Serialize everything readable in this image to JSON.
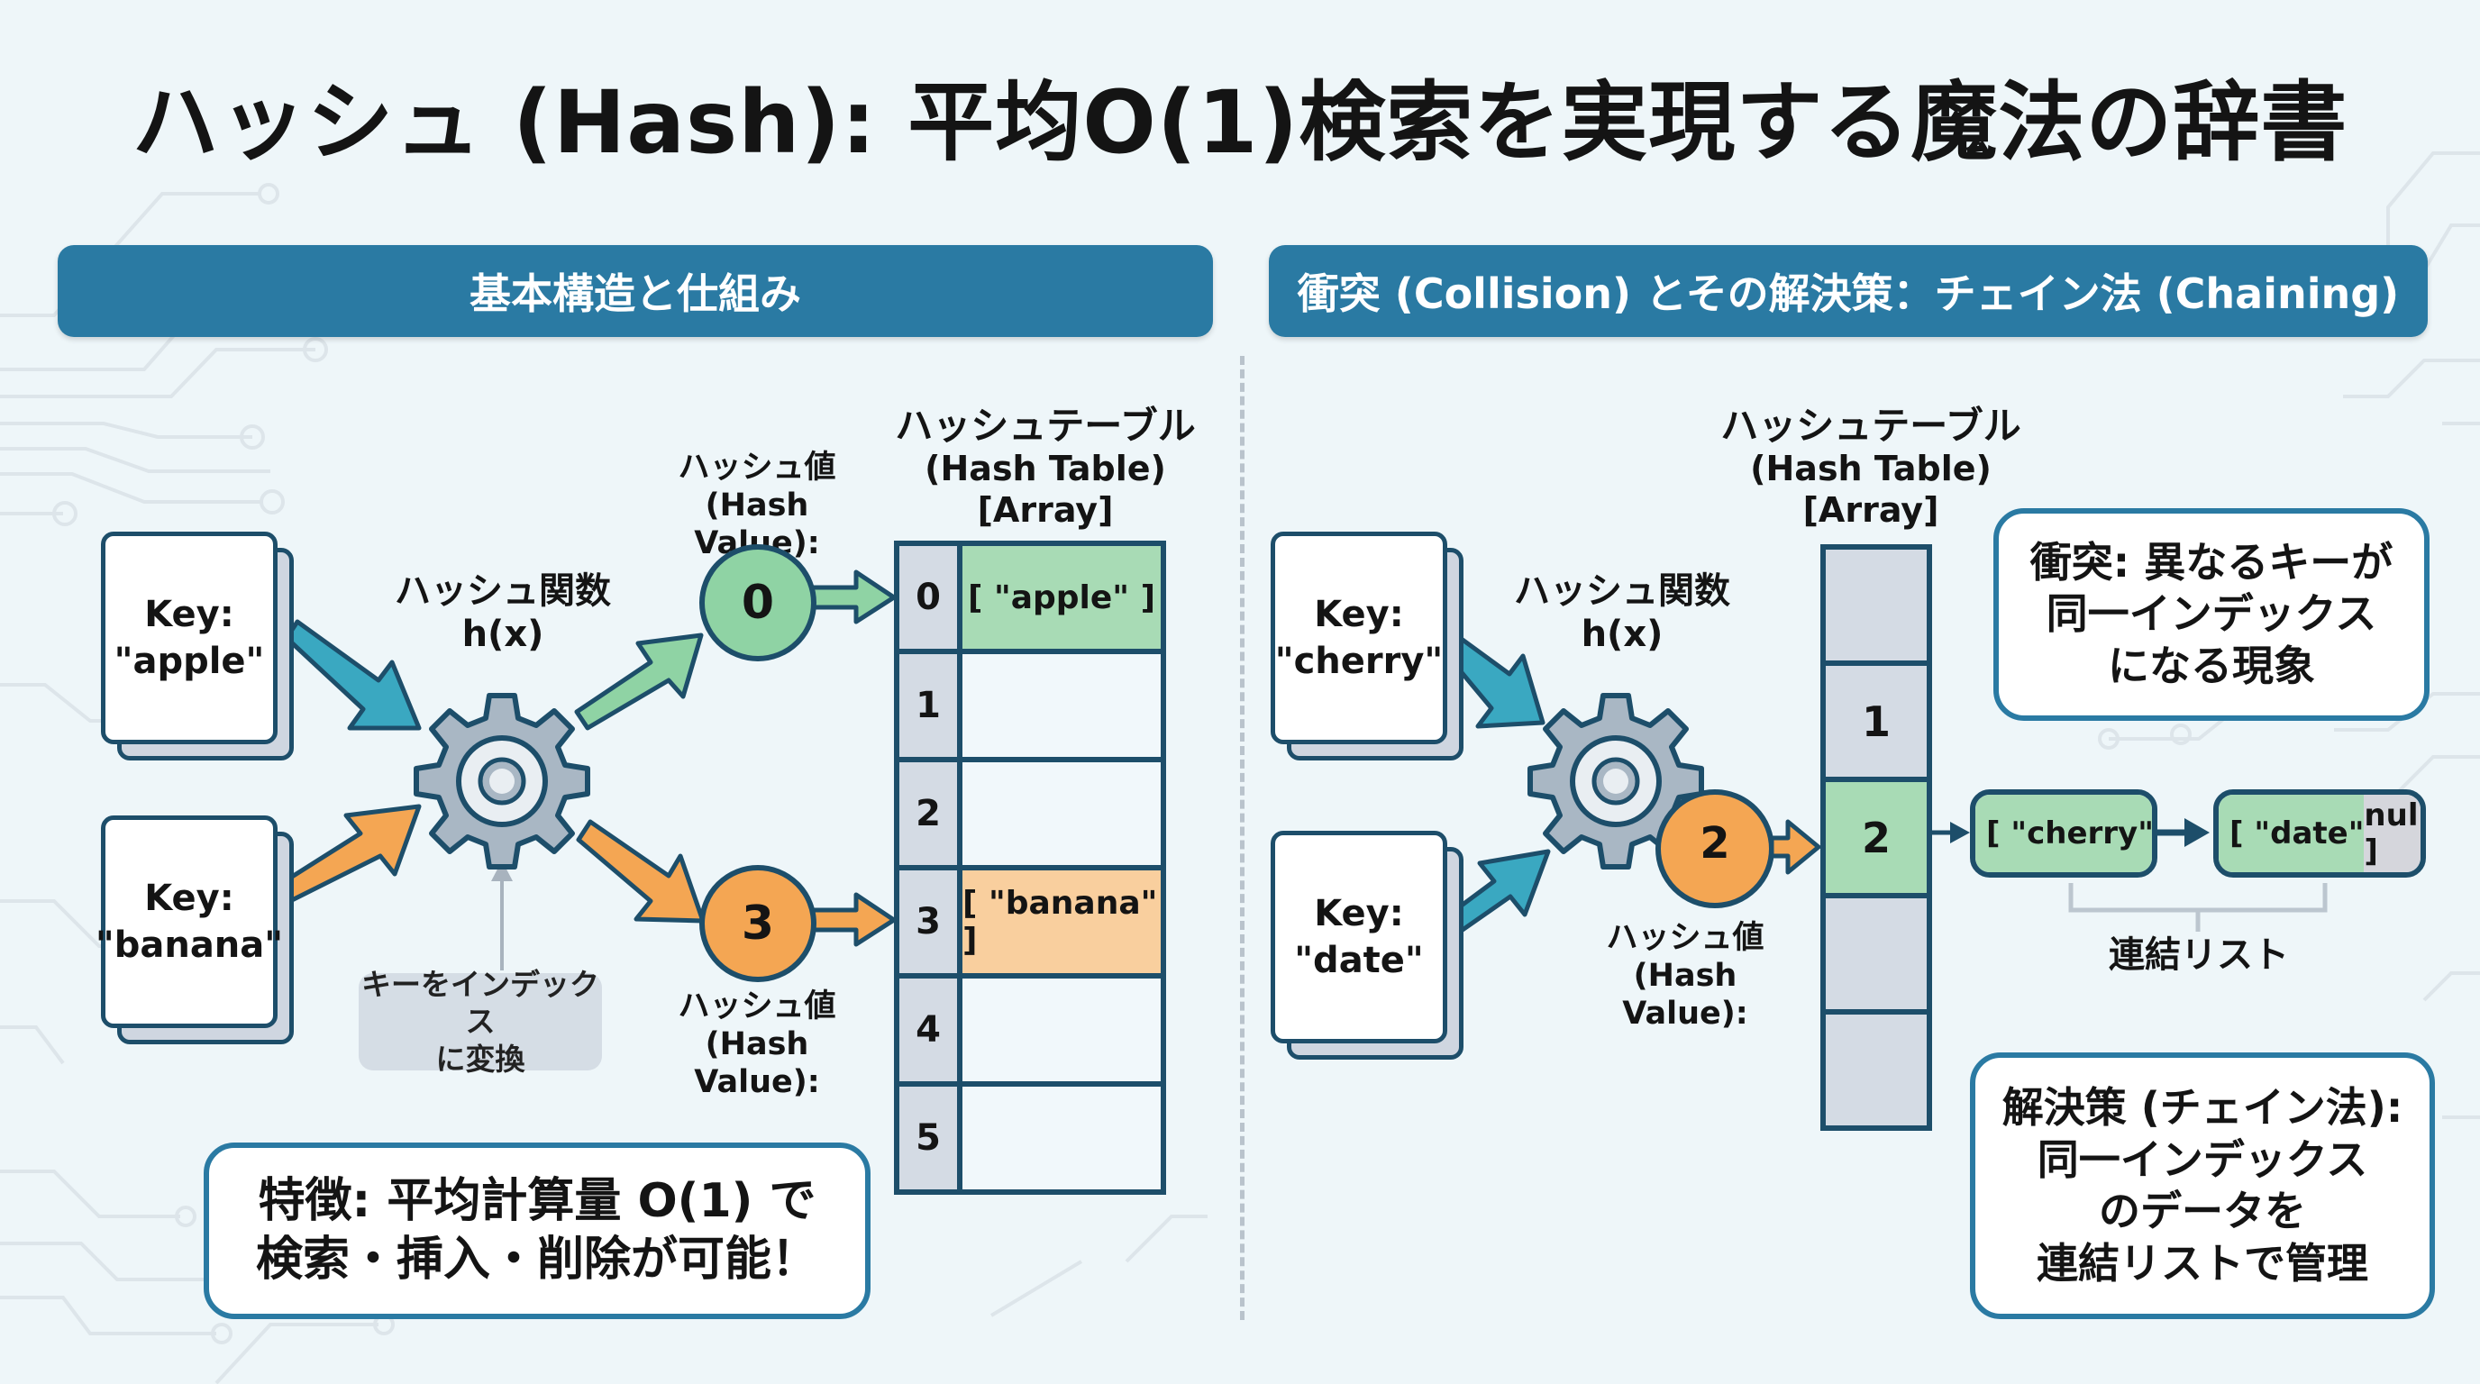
{
  "title": "ハッシュ (Hash): 平均O(1)検索を実現する魔法の辞書",
  "colors": {
    "header_bg": "#2a7aa3",
    "outline": "#1d4e6a",
    "teal_arrow": "#3aa8c1",
    "green": "#8fd3a4",
    "orange": "#f4a653",
    "gear": "#a9b7c4"
  },
  "left": {
    "header": "基本構造と仕組み",
    "keys": [
      {
        "label": "Key:",
        "value": "\"apple\"",
        "arrow_color": "teal"
      },
      {
        "label": "Key:",
        "value": "\"banana\"",
        "arrow_color": "orange"
      }
    ],
    "hash_function": {
      "label": "ハッシュ関数",
      "formula": "h(x)",
      "icon": "gear-icon"
    },
    "hash_value_label_top": {
      "jp": "ハッシュ値",
      "en": "(Hash Value):"
    },
    "hash_value_label_bottom": {
      "jp": "ハッシュ値",
      "en": "(Hash Value):"
    },
    "hash_values": [
      "0",
      "3"
    ],
    "convert_note": {
      "line1": "キーをインデックス",
      "line2": "に変換"
    },
    "table_title": {
      "jp": "ハッシュテーブル",
      "en": "(Hash Table)",
      "sub": "[Array]"
    },
    "table_rows": [
      {
        "index": "0",
        "value": "[ \"apple\" ]",
        "highlight": "green"
      },
      {
        "index": "1",
        "value": "",
        "highlight": ""
      },
      {
        "index": "2",
        "value": "",
        "highlight": ""
      },
      {
        "index": "3",
        "value": "[ \"banana\" ]",
        "highlight": "orange"
      },
      {
        "index": "4",
        "value": "",
        "highlight": ""
      },
      {
        "index": "5",
        "value": "",
        "highlight": ""
      }
    ],
    "feature_note": {
      "line1": "特徴: 平均計算量 O(1) で",
      "line2": "検索・挿入・削除が可能！"
    }
  },
  "right": {
    "header": "衝突 (Collision) とその解決策：チェイン法 (Chaining)",
    "keys": [
      {
        "label": "Key:",
        "value": "\"cherry\""
      },
      {
        "label": "Key:",
        "value": "\"date\""
      }
    ],
    "hash_function": {
      "label": "ハッシュ関数",
      "formula": "h(x)",
      "icon": "gear-icon"
    },
    "hash_value": "2",
    "hash_value_label": {
      "jp": "ハッシュ値",
      "en": "(Hash Value):"
    },
    "table_title": {
      "jp": "ハッシュテーブル",
      "en": "(Hash Table)",
      "sub": "[Array]"
    },
    "table_rows": [
      {
        "index": "",
        "highlight": ""
      },
      {
        "index": "1",
        "highlight": ""
      },
      {
        "index": "2",
        "highlight": "green"
      },
      {
        "index": "",
        "highlight": ""
      },
      {
        "index": "",
        "highlight": ""
      }
    ],
    "linked_list": {
      "nodes": [
        {
          "open": "[",
          "value": "\"cherry\"",
          "pointer": "•"
        },
        {
          "open": "[",
          "value": "\"date\"",
          "pointer": "null ]"
        }
      ],
      "label": "連結リスト"
    },
    "collision_note": {
      "line1": "衝突: 異なるキーが",
      "line2": "同一インデックス",
      "line3": "になる現象"
    },
    "solution_note": {
      "line1": "解決策 (チェイン法):",
      "line2": "同一インデックス",
      "line3": "のデータを",
      "line4": "連結リストで管理"
    }
  }
}
